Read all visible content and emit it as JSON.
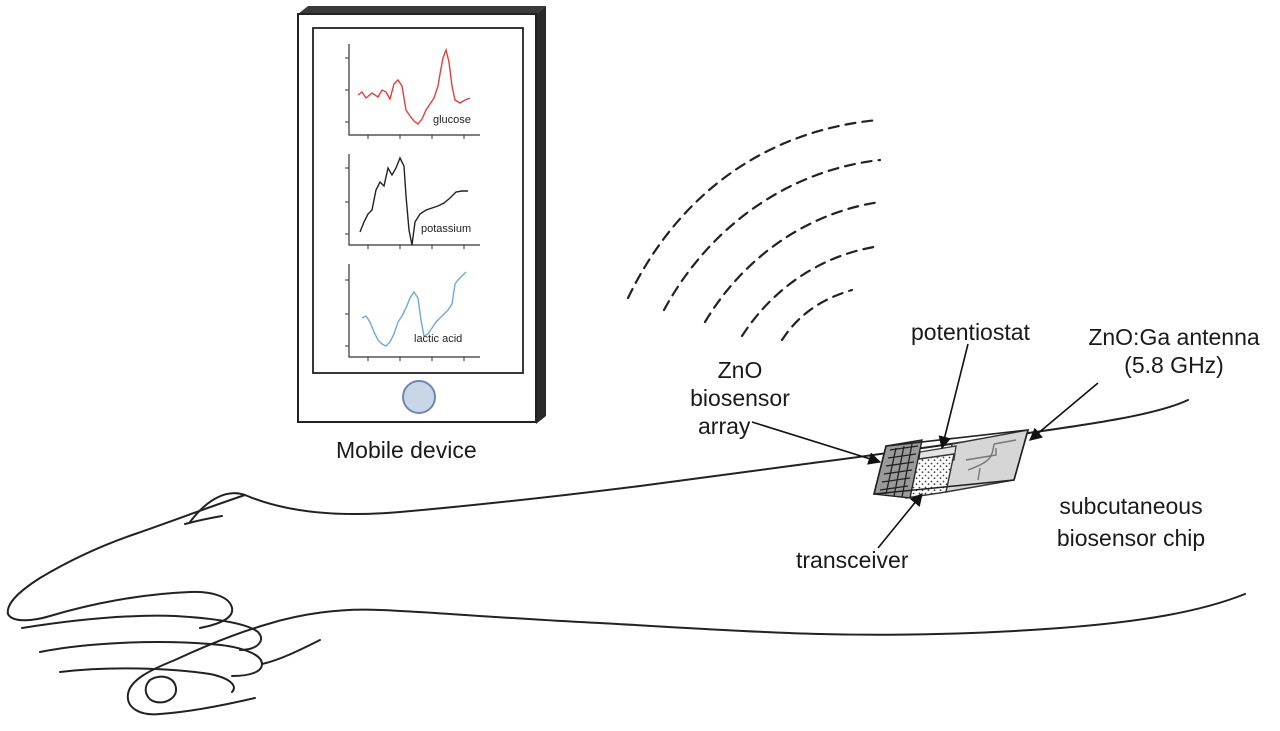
{
  "device": {
    "caption": "Mobile device",
    "plots": [
      {
        "label": "glucose",
        "color": "#e0403a"
      },
      {
        "label": "potassium",
        "color": "#222222"
      },
      {
        "label": "lactic acid",
        "color": "#6fa8d8"
      }
    ],
    "button_color": "#c9d6e8"
  },
  "labels": {
    "zno_array": [
      "ZnO",
      "biosensor",
      "array"
    ],
    "potentiostat": "potentiostat",
    "antenna": [
      "ZnO:Ga antenna",
      "(5.8 GHz)"
    ],
    "chip": [
      "subcutaneous",
      "biosensor chip"
    ],
    "transceiver": "transceiver"
  }
}
